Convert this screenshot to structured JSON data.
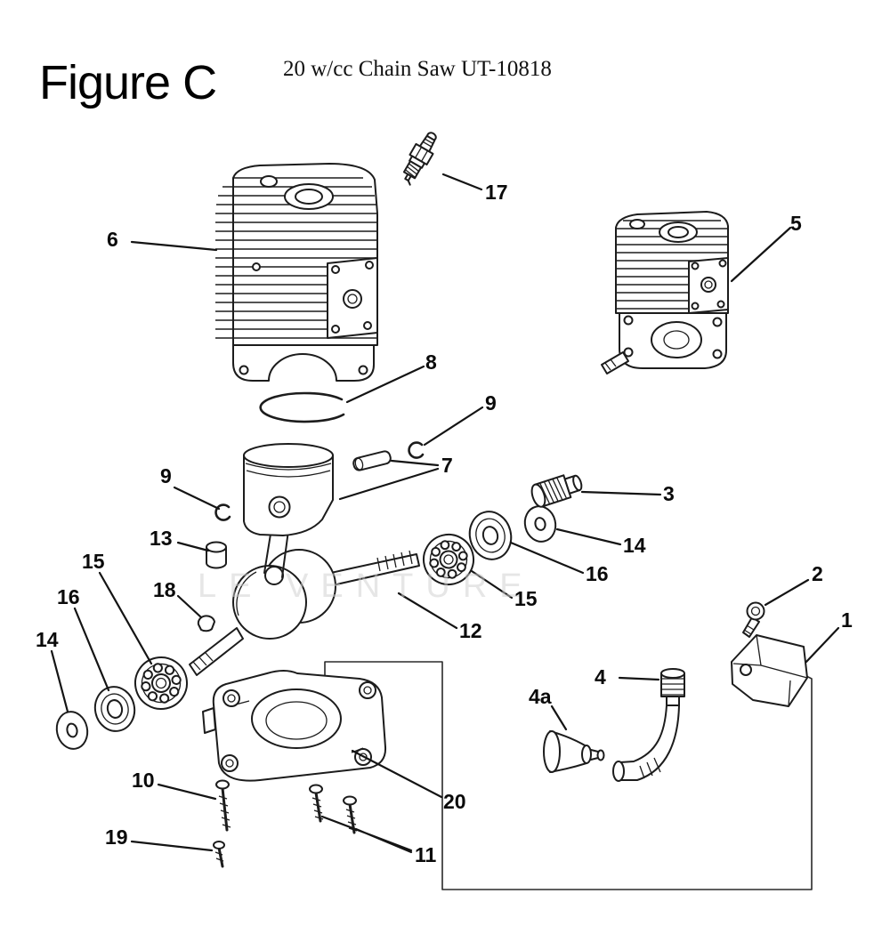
{
  "figure": {
    "title": "Figure C",
    "subtitle": "20 w/cc Chain Saw UT-10818",
    "watermark": "LE VENTURE"
  },
  "labels": {
    "n1": "1",
    "n2": "2",
    "n3": "3",
    "n4": "4",
    "n4a": "4a",
    "n5": "5",
    "n6": "6",
    "n7": "7",
    "n8": "8",
    "n9a": "9",
    "n9b": "9",
    "n10": "10",
    "n11": "11",
    "n12": "12",
    "n13": "13",
    "n14a": "14",
    "n14b": "14",
    "n15a": "15",
    "n15b": "15",
    "n16a": "16",
    "n16b": "16",
    "n17": "17",
    "n18": "18",
    "n19": "19",
    "n20": "20"
  }
}
